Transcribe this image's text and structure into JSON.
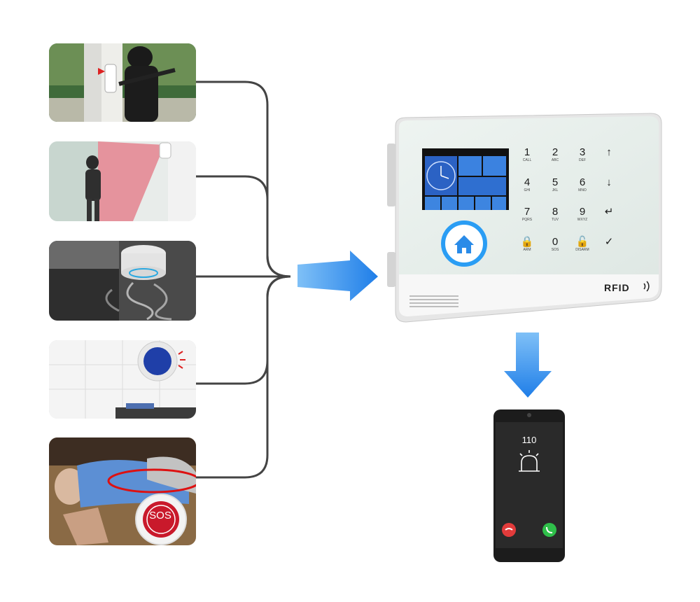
{
  "scenarios": [
    {
      "name": "door-intrusion"
    },
    {
      "name": "motion-intrusion"
    },
    {
      "name": "smoke-detection"
    },
    {
      "name": "gas-detection"
    },
    {
      "name": "sos-fall"
    }
  ],
  "panel": {
    "rfid_label": "RFID",
    "keys": [
      {
        "num": "1",
        "sub": "CALL"
      },
      {
        "num": "2",
        "sub": "ABC"
      },
      {
        "num": "3",
        "sub": "DEF"
      },
      {
        "num": "↑",
        "sub": ""
      },
      {
        "num": "4",
        "sub": "GHI"
      },
      {
        "num": "5",
        "sub": "JKL"
      },
      {
        "num": "6",
        "sub": "MNO"
      },
      {
        "num": "↓",
        "sub": ""
      },
      {
        "num": "7",
        "sub": "PQRS"
      },
      {
        "num": "8",
        "sub": "TUV"
      },
      {
        "num": "9",
        "sub": "WXYZ"
      },
      {
        "num": "↵",
        "sub": ""
      },
      {
        "num": "🔒",
        "sub": "ARM"
      },
      {
        "num": "0",
        "sub": "SOS"
      },
      {
        "num": "🔓",
        "sub": "DISARM"
      },
      {
        "num": "✓",
        "sub": ""
      }
    ]
  },
  "phone": {
    "number": "110"
  },
  "sos_button": {
    "label": "SOS"
  },
  "colors": {
    "arrow": "#2f8ff0",
    "connector": "#444444",
    "home_ring": "#2a9df4",
    "accept": "#2fbf4a",
    "decline": "#e23b3b"
  }
}
